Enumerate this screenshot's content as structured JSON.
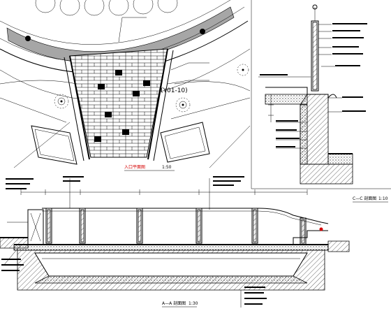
{
  "plan_title": "入口平面图",
  "plan_scale": "1:50",
  "plan_ref": "(Y01-10)",
  "section_cc_title": "C—C 剖面图",
  "section_cc_scale": "1:10",
  "section_aa_title": "A—A 剖面图",
  "section_aa_scale": "1:30",
  "colors": {
    "line": "#000000",
    "accent": "#d40000",
    "background": "#ffffff"
  }
}
